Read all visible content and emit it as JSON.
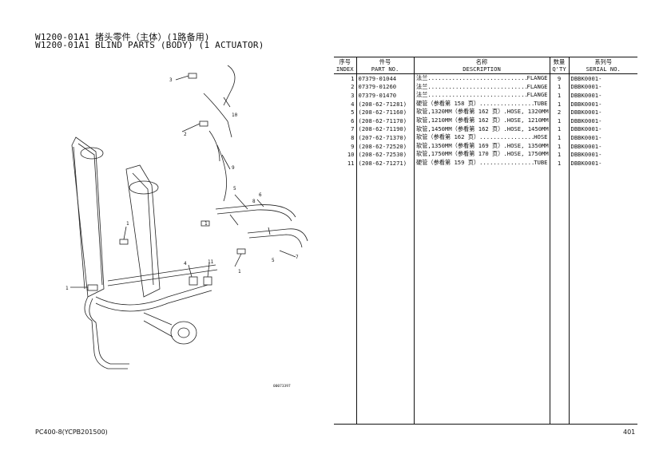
{
  "header": {
    "title_cn": "W1200-01A1 堵头零件（主体）(1路备用)",
    "title_en": "W1200-01A1 BLIND PARTS (BODY) (1 ACTUATOR)"
  },
  "table": {
    "headers": {
      "index_cn": "序号",
      "index_en": "INDEX",
      "part_cn": "件号",
      "part_en": "PART NO.",
      "desc_cn": "名称",
      "desc_en": "DESCRIPTION",
      "qty_cn": "数量",
      "qty_en": "Q'TY",
      "serial_cn": "系列号",
      "serial_en": "SERIAL NO."
    },
    "rows": [
      {
        "index": "1",
        "part": "07379-01044",
        "desc": "法兰",
        "desc_en": "FLANGE",
        "qty": "9",
        "serial": "DBBK0001-"
      },
      {
        "index": "2",
        "part": "07379-01260",
        "desc": "法兰",
        "desc_en": "FLANGE",
        "qty": "1",
        "serial": "DBBK0001-"
      },
      {
        "index": "3",
        "part": "07379-01470",
        "desc": "法兰",
        "desc_en": "FLANGE",
        "qty": "1",
        "serial": "DBBK0001-"
      },
      {
        "index": "4",
        "part": "(208-62-71281)",
        "desc": "硬管（参看第 158 页）",
        "desc_en": "TUBE",
        "qty": "1",
        "serial": "DBBK0001-"
      },
      {
        "index": "5",
        "part": "(208-62-71160)",
        "desc": "软管,1320MM（参看第 162 页）.",
        "desc_en": "HOSE, 1320MM",
        "qty": "2",
        "serial": "DBBK0001-"
      },
      {
        "index": "6",
        "part": "(208-62-71170)",
        "desc": "软管,1210MM（参看第 162 页）.",
        "desc_en": "HOSE, 1210MM",
        "qty": "1",
        "serial": "DBBK0001-"
      },
      {
        "index": "7",
        "part": "(208-62-71190)",
        "desc": "软管,1450MM（参看第 162 页）.",
        "desc_en": "HOSE, 1450MM",
        "qty": "1",
        "serial": "DBBK0001-"
      },
      {
        "index": "8",
        "part": "(207-62-71370)",
        "desc": "软管（参看第 162 页）",
        "desc_en": "HOSE",
        "qty": "1",
        "serial": "DBBK0001-"
      },
      {
        "index": "9",
        "part": "(208-62-72520)",
        "desc": "软管,1350MM（参看第 169 页）.",
        "desc_en": "HOSE, 1350MM",
        "qty": "1",
        "serial": "DBBK0001-"
      },
      {
        "index": "10",
        "part": "(208-62-72530)",
        "desc": "软管,1750MM（参看第 170 页）.",
        "desc_en": "HOSE, 1750MM",
        "qty": "1",
        "serial": "DBBK0001-"
      },
      {
        "index": "11",
        "part": "(208-62-71271)",
        "desc": "硬管（参看第 159 页）",
        "desc_en": "TUBE",
        "qty": "1",
        "serial": "DBBK0001-"
      }
    ]
  },
  "figure": {
    "callouts": [
      "1",
      "2",
      "3",
      "4",
      "5",
      "6",
      "7",
      "8",
      "9",
      "10",
      "11"
    ],
    "figure_code": "00073397"
  },
  "footer": {
    "model": "PC400-8(YCPB201500)",
    "page": "401"
  }
}
